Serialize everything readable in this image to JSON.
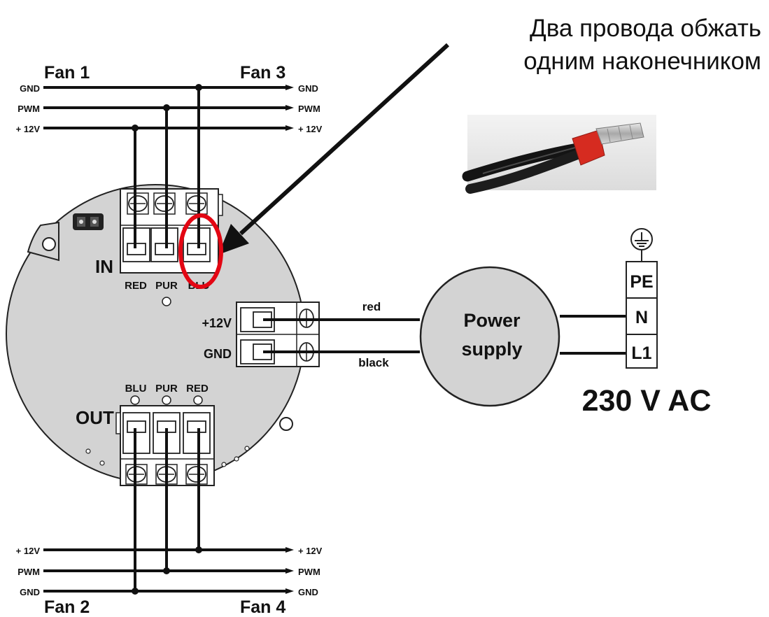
{
  "annotation": {
    "line1": "Два провода обжать",
    "line2": "одним наконечником"
  },
  "fan_top": {
    "left_name": "Fan 1",
    "right_name": "Fan 3",
    "rails": [
      "GND",
      "PWM",
      "+ 12V"
    ]
  },
  "fan_bottom": {
    "left_name": "Fan 2",
    "right_name": "Fan 4",
    "rails": [
      "+ 12V",
      "PWM",
      "GND"
    ]
  },
  "board": {
    "in_label": "IN",
    "out_label": "OUT",
    "in_pins": [
      "RED",
      "PUR",
      "BLU"
    ],
    "out_pins": [
      "BLU",
      "PUR",
      "RED"
    ],
    "power_pins": [
      "+12V",
      "GND"
    ]
  },
  "wires": {
    "top": "red",
    "bottom": "black"
  },
  "power_supply": {
    "line1": "Power",
    "line2": "supply"
  },
  "mains": {
    "terminals": [
      "PE",
      "N",
      "L1"
    ],
    "voltage": "230 V AC"
  },
  "colors": {
    "board_fill": "#d3d3d3",
    "highlight": "#e30613",
    "ferrule": "#d62b20"
  },
  "icons": [
    "ground-symbol-icon",
    "ferrule-photo"
  ]
}
